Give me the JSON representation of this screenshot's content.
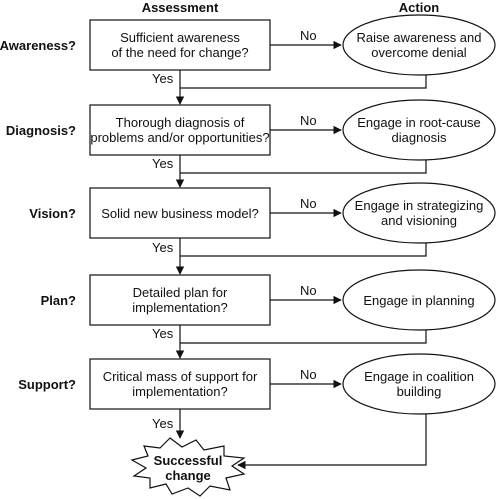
{
  "headers": {
    "assessment": "Assessment",
    "action": "Action"
  },
  "stages": [
    {
      "label": "Awareness?",
      "assessment": [
        "Sufficient awareness",
        "of the need for change?"
      ],
      "action": [
        "Raise awareness and",
        "overcome denial"
      ]
    },
    {
      "label": "Diagnosis?",
      "assessment": [
        "Thorough diagnosis of",
        "problems and/or opportunities?"
      ],
      "action": [
        "Engage in root-cause",
        "diagnosis"
      ]
    },
    {
      "label": "Vision?",
      "assessment": [
        "Solid new business model?"
      ],
      "action": [
        "Engage in strategizing",
        "and visioning"
      ]
    },
    {
      "label": "Plan?",
      "assessment": [
        "Detailed plan for",
        "implementation?"
      ],
      "action": [
        "Engage in planning"
      ]
    },
    {
      "label": "Support?",
      "assessment": [
        "Critical mass of support for",
        "implementation?"
      ],
      "action": [
        "Engage in coalition",
        "building"
      ]
    }
  ],
  "edge_labels": {
    "no": "No",
    "yes": "Yes"
  },
  "outcome": [
    "Successful",
    "change"
  ],
  "colors": {
    "stroke": "#111111",
    "fill": "#ffffff"
  }
}
